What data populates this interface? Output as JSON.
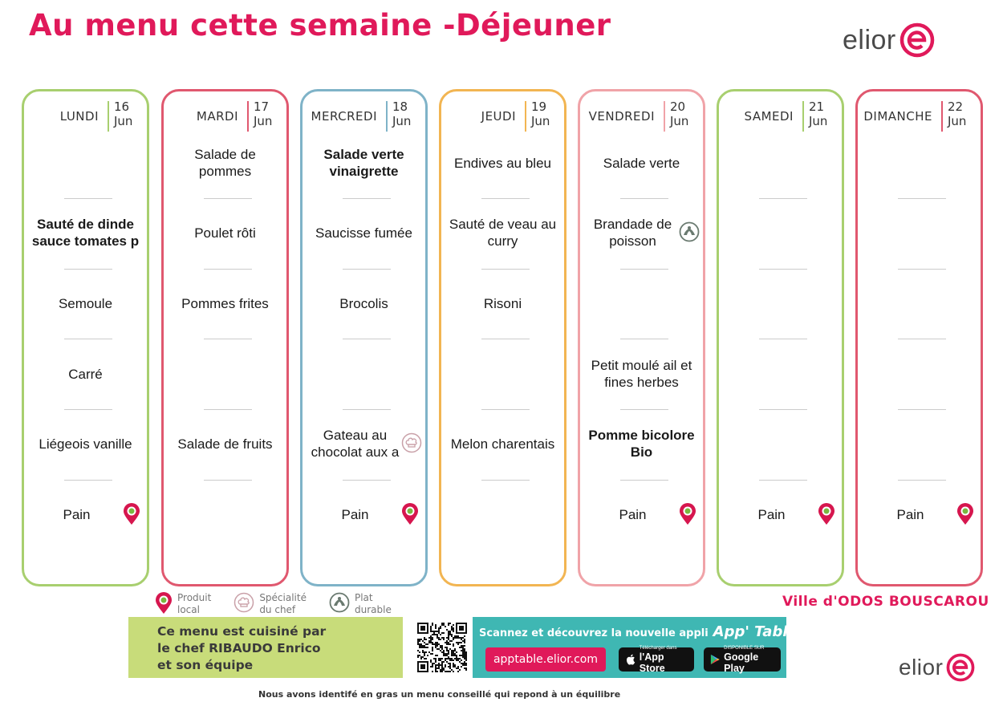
{
  "title": "Au menu cette semaine -Déjeuner",
  "brand": "elior",
  "colors": {
    "accent": "#e0195a",
    "green": "#a8cf6f",
    "red": "#e0586f",
    "blue": "#7fb3c8",
    "orange": "#f2b552",
    "pink": "#f0a3a8",
    "chef_box": "#c8dc7a",
    "app_box": "#3fb7b3"
  },
  "days": [
    {
      "name": "LUNDI",
      "num": "16",
      "month": "Jun",
      "color": "#a8cf6f",
      "items": [
        {
          "text": "",
          "bold": false,
          "badge": ""
        },
        {
          "text": "Sauté de dinde sauce tomates p",
          "bold": true,
          "badge": ""
        },
        {
          "text": "Semoule",
          "bold": false,
          "badge": ""
        },
        {
          "text": "Carré",
          "bold": false,
          "badge": ""
        },
        {
          "text": "Liégeois vanille",
          "bold": false,
          "badge": ""
        },
        {
          "text": "Pain",
          "bold": false,
          "badge": "local-product-icon"
        }
      ]
    },
    {
      "name": "MARDI",
      "num": "17",
      "month": "Jun",
      "color": "#e0586f",
      "items": [
        {
          "text": "Salade de pommes",
          "bold": false,
          "badge": ""
        },
        {
          "text": "Poulet rôti",
          "bold": false,
          "badge": ""
        },
        {
          "text": "Pommes frites",
          "bold": false,
          "badge": ""
        },
        {
          "text": "",
          "bold": false,
          "badge": ""
        },
        {
          "text": "Salade de fruits",
          "bold": false,
          "badge": ""
        },
        {
          "text": "",
          "bold": false,
          "badge": ""
        }
      ]
    },
    {
      "name": "MERCREDI",
      "num": "18",
      "month": "Jun",
      "color": "#7fb3c8",
      "items": [
        {
          "text": "Salade verte vinaigrette",
          "bold": true,
          "badge": ""
        },
        {
          "text": "Saucisse fumée",
          "bold": false,
          "badge": ""
        },
        {
          "text": "Brocolis",
          "bold": false,
          "badge": ""
        },
        {
          "text": "",
          "bold": false,
          "badge": ""
        },
        {
          "text": "Gateau au chocolat aux a",
          "bold": false,
          "badge": "chef-specialty-icon"
        },
        {
          "text": "Pain",
          "bold": false,
          "badge": "local-product-icon"
        }
      ]
    },
    {
      "name": "JEUDI",
      "num": "19",
      "month": "Jun",
      "color": "#f2b552",
      "items": [
        {
          "text": "Endives au bleu",
          "bold": false,
          "badge": ""
        },
        {
          "text": "Sauté de veau au curry",
          "bold": false,
          "badge": ""
        },
        {
          "text": "Risoni",
          "bold": false,
          "badge": ""
        },
        {
          "text": "",
          "bold": false,
          "badge": ""
        },
        {
          "text": "Melon charentais",
          "bold": false,
          "badge": ""
        },
        {
          "text": "",
          "bold": false,
          "badge": ""
        }
      ]
    },
    {
      "name": "VENDREDI",
      "num": "20",
      "month": "Jun",
      "color": "#f0a3a8",
      "items": [
        {
          "text": "Salade verte",
          "bold": false,
          "badge": ""
        },
        {
          "text": "Brandade de poisson",
          "bold": false,
          "badge": "sustainable-dish-icon"
        },
        {
          "text": "",
          "bold": false,
          "badge": ""
        },
        {
          "text": "Petit moulé ail et fines herbes",
          "bold": false,
          "badge": ""
        },
        {
          "text": "Pomme bicolore Bio",
          "bold": true,
          "badge": ""
        },
        {
          "text": "Pain",
          "bold": false,
          "badge": "local-product-icon"
        }
      ]
    },
    {
      "name": "SAMEDI",
      "num": "21",
      "month": "Jun",
      "color": "#a8cf6f",
      "items": [
        {
          "text": "",
          "bold": false,
          "badge": ""
        },
        {
          "text": "",
          "bold": false,
          "badge": ""
        },
        {
          "text": "",
          "bold": false,
          "badge": ""
        },
        {
          "text": "",
          "bold": false,
          "badge": ""
        },
        {
          "text": "",
          "bold": false,
          "badge": ""
        },
        {
          "text": "Pain",
          "bold": false,
          "badge": "local-product-icon"
        }
      ]
    },
    {
      "name": "DIMANCHE",
      "num": "22",
      "month": "Jun",
      "color": "#e0586f",
      "items": [
        {
          "text": "",
          "bold": false,
          "badge": ""
        },
        {
          "text": "",
          "bold": false,
          "badge": ""
        },
        {
          "text": "",
          "bold": false,
          "badge": ""
        },
        {
          "text": "",
          "bold": false,
          "badge": ""
        },
        {
          "text": "",
          "bold": false,
          "badge": ""
        },
        {
          "text": "Pain",
          "bold": false,
          "badge": "local-product-icon"
        }
      ]
    }
  ],
  "legend": {
    "local": {
      "line1": "Produit",
      "line2": "local",
      "icon": "local-product-icon"
    },
    "chef": {
      "line1": "Spécialité",
      "line2": "du chef",
      "icon": "chef-specialty-icon"
    },
    "durable": {
      "line1": "Plat",
      "line2": "durable",
      "icon": "sustainable-dish-icon"
    }
  },
  "city": "Ville d'ODOS  BOUSCAROU",
  "chef_box": {
    "line1": "Ce menu est cuisiné par",
    "line2": "le chef RIBAUDO Enrico",
    "line3": "et son équipe"
  },
  "app_promo": {
    "text": "Scannez et découvrez la nouvelle appli",
    "brand": "App' Table",
    "url": "apptable.elior.com",
    "apple_small": "Télécharger dans",
    "apple_big": "l'App Store",
    "google_small": "DISPONIBLE SUR",
    "google_big": "Google Play"
  },
  "footnote": "Nous avons identifé en gras un menu conseillé qui repond à un équilibre"
}
